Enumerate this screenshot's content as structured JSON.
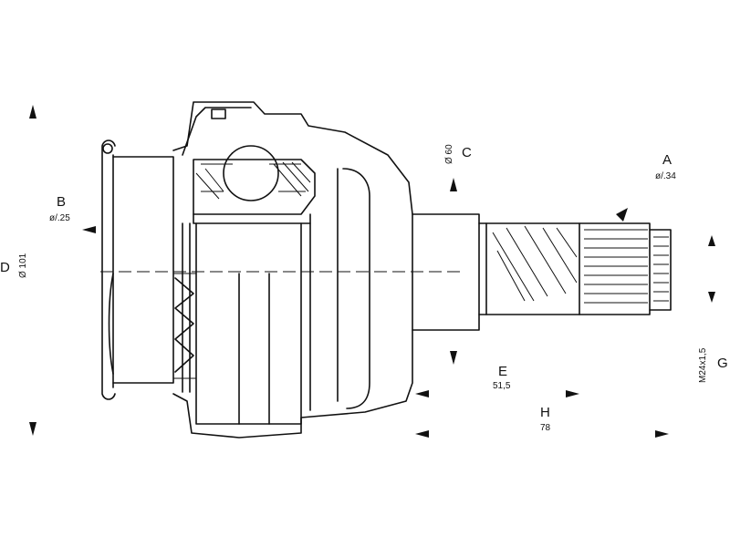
{
  "dimensions": {
    "A": {
      "letter": "A",
      "value": "ø/.34"
    },
    "B": {
      "letter": "B",
      "value": "ø/.25"
    },
    "C": {
      "letter": "C",
      "value": "Ø 60"
    },
    "D": {
      "letter": "D",
      "value": "Ø 101"
    },
    "E": {
      "letter": "E",
      "value": "51,5"
    },
    "G": {
      "letter": "G",
      "value": "M24x1,5"
    },
    "H": {
      "letter": "H",
      "value": "78"
    }
  },
  "colors": {
    "line": "#111111",
    "background": "#ffffff"
  }
}
